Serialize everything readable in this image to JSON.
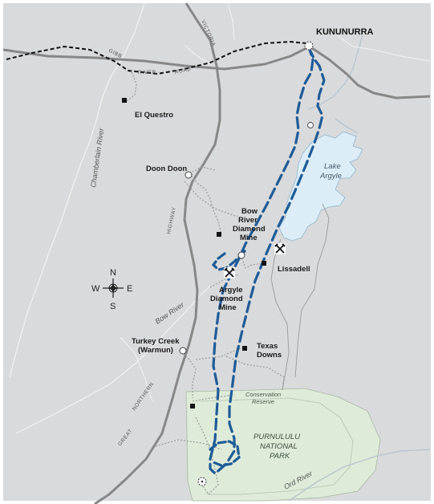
{
  "map": {
    "places": {
      "kununurra": "KUNUNURRA",
      "el_questro": "El Questro",
      "doon_doon": "Doon Doon",
      "bow_river_mine": [
        "Bow",
        "River",
        "Diamond",
        "Mine"
      ],
      "lissadell": "Lissadell",
      "argyle_mine": [
        "Argyle",
        "Diamond",
        "Mine"
      ],
      "turkey_creek": [
        "Turkey Creek",
        "(Warmun)"
      ],
      "texas_downs": [
        "Texas",
        "Downs"
      ]
    },
    "roads": {
      "gibb": "GIBB",
      "river": "RIVER",
      "road": "ROAD",
      "victoria": "VICTORIA",
      "highway": "HIGHWAY",
      "great": "GREAT",
      "northern": "NORTHERN"
    },
    "water": {
      "chamberlain_river": "Chamberlain River",
      "bow_river": "Bow River",
      "ord_river": "Ord River",
      "lake_argyle": [
        "Lake",
        "Argyle"
      ]
    },
    "park": {
      "conservation_reserve": [
        "Conservation",
        "Reserve"
      ],
      "purnululu": [
        "PURNULULU",
        "NATIONAL",
        "PARK"
      ]
    },
    "compass": {
      "n": "N",
      "s": "S",
      "e": "E",
      "w": "W"
    },
    "colors": {
      "land": "#d9dadb",
      "lake": "#dcedf7",
      "park": "#ddebd8",
      "route": "#1f5b96",
      "highway": "#878787"
    }
  }
}
